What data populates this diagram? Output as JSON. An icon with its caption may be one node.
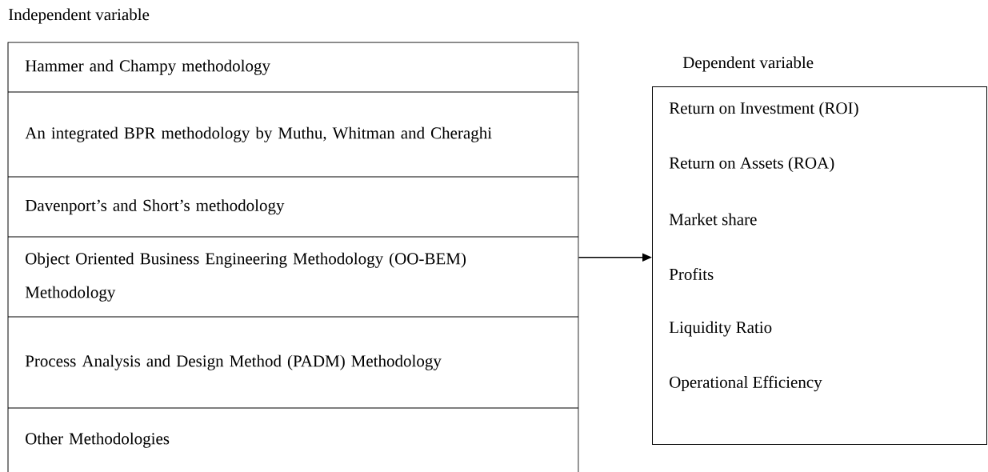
{
  "diagram": {
    "nodes": [
      {
        "text": [
          "Independent variable"
        ]
      },
      {
        "text": [
          "Hammer and Champy methodology"
        ],
        "in": 0
      },
      {
        "text": [
          "An integrated BPR methodology by Muthu, Whitman and Cheraghi"
        ],
        "in": 0
      },
      {
        "text": [
          "Davenport’s and Short’s methodology"
        ],
        "in": 0
      },
      {
        "text": [
          "Object Oriented Business Engineering Methodology (OO-BEM) Methodology"
        ],
        "in": 0
      },
      {
        "text": [
          "Process Analysis and Design Method (PADM) Methodology"
        ],
        "in": 0
      },
      {
        "text": [
          "Other Methodologies"
        ],
        "in": 0
      },
      {
        "text": [
          "Dependent variable",
          "Return on Investment (ROI)",
          "Return on Assets (ROA)",
          "Market share",
          "Profits",
          "Liquidity Ratio",
          "Operational Efficiency"
        ]
      }
    ],
    "edges": [
      {
        "from": 0,
        "to": 7,
        "arrow": "to"
      }
    ]
  }
}
